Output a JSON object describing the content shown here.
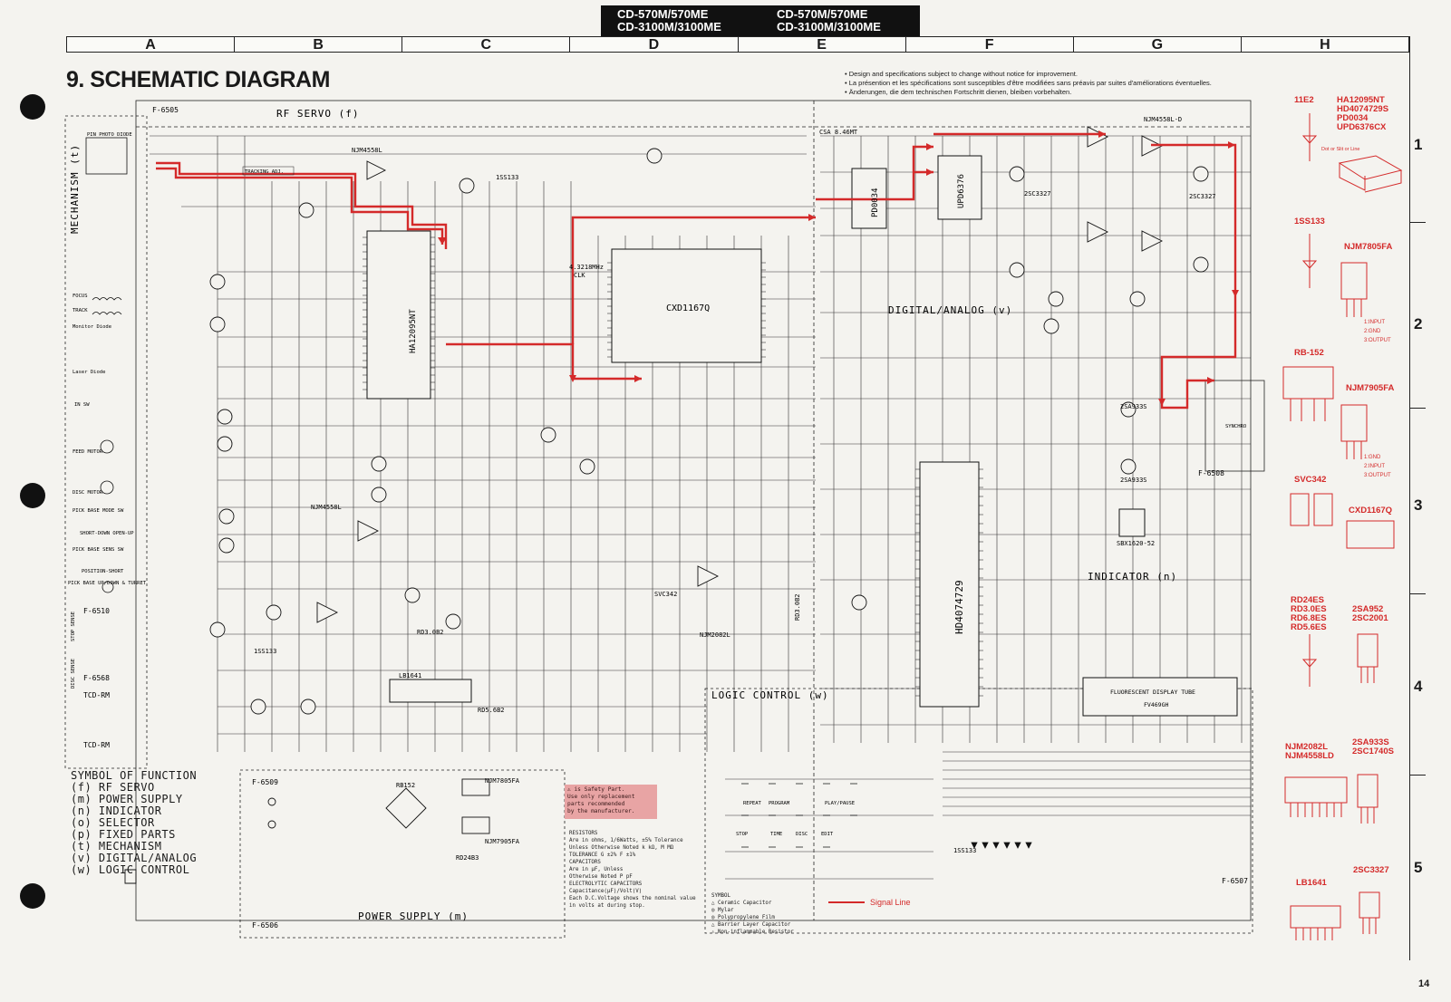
{
  "header": {
    "models_left": [
      "CD-570M/570ME",
      "CD-3100M/3100ME"
    ],
    "models_right": [
      "CD-570M/570ME",
      "CD-3100M/3100ME"
    ]
  },
  "grid_columns": [
    "A",
    "B",
    "C",
    "D",
    "E",
    "F",
    "G",
    "H"
  ],
  "grid_rows": [
    "1",
    "2",
    "3",
    "4",
    "5"
  ],
  "title": "9. SCHEMATIC DIAGRAM",
  "notes": [
    "Design and specifications subject to change without notice for improvement.",
    "La présention et les spécifications sont susceptibles d'être modifiées sans préavis par suites d'améliorations éventuelles.",
    "Änderungen, die dem technischen Fortschritt dienen, bleiben vorbehalten."
  ],
  "sections": {
    "rf_servo": "RF SERVO (f)",
    "digital_analog": "DIGITAL/ANALOG (v)",
    "indicator": "INDICATOR (n)",
    "logic_control": "LOGIC CONTROL (w)",
    "power_supply": "POWER SUPPLY (m)",
    "mechanism": "MECHANISM (t)"
  },
  "board_refs": {
    "f6505": "F-6505",
    "f6510": "F-6510",
    "f6568": "F-6568",
    "f6509": "F-6509",
    "f6506": "F-6506",
    "f6508": "F-6508",
    "f6507": "F-6507",
    "tcd_rm_1": "TCD-RM",
    "tcd_rm_2": "TCD-RM"
  },
  "ics": {
    "ha12095nt": "HA12095NT",
    "cxd1167q": "CXD1167Q",
    "pd0034": "PD0034",
    "upd6376": "UPD6376",
    "hd4074729": "HD4074729",
    "njm4558l_top": "NJM4558L",
    "njm4558l_mid": "NJM4558L",
    "njm4558ld": "NJM4558L-D",
    "svc342": "SVC342",
    "njm2082l": "NJM2082L",
    "lb1641": "LB1641",
    "sbx1620": "SBX1620-52",
    "rb152": "RB152",
    "njm7805fa": "NJM7805FA",
    "njm7905fa": "NJM7905FA",
    "rd24b3": "RD24B3",
    "rd5_6b2": "RD5.6B2",
    "rd3_0b2": "RD3.0B2",
    "rd3_0b2_v": "RD3.0B2",
    "iss133_a": "1SS133",
    "iss133_b": "1SS133",
    "iss133_c": "1SS133",
    "csa": "CSA 8.46MT",
    "xtal": "4.3218MHz",
    "clk": "CLK",
    "tube": "FLUORESCENT DISPLAY TUBE",
    "tube_model": "FV469GH",
    "tr_2sc3327_a": "2SC3327",
    "tr_2sc3327_b": "2SC3327",
    "tr_2sa933s_a": "2SA933S",
    "tr_2sa933s_b": "2SA933S"
  },
  "left_labels": {
    "pin_photo_diode": "PIN PHOTO DIODE",
    "tracking_adj": "TRACKING ADJ.",
    "focus": "FOCUS",
    "track": "TRACK",
    "monitor_diode": "Monitor Diode",
    "laser_diode": "Laser Diode",
    "in_sw": "IN SW",
    "feed_motor": "FEED MOTOR",
    "disc_motor": "DISC MOTOR",
    "pick_base_mode_sw": "PICK BASE MODE SW",
    "short_open": "SHORT-DOWN OPEN-UP",
    "pick_base_sens_sw": "PICK BASE SENS SW",
    "position_short": "POSITION-SHORT",
    "pick_base_turret": "PICK BASE UP/DOWN & TURRET",
    "stop_sense": "STOP SENSE",
    "disc_sense": "DISC SENSE",
    "synchro": "SYNCHRO"
  },
  "keys": [
    "REPEAT",
    "PROGRAM",
    "PLAY/PAUSE",
    "STOP",
    "TIME",
    "DISC",
    "EDIT"
  ],
  "symbol_of_function": {
    "heading": "SYMBOL OF FUNCTION",
    "items": [
      "(f) RF SERVO",
      "(m) POWER SUPPLY",
      "(n) INDICATOR",
      "(o) SELECTOR",
      "(p) FIXED PARTS",
      "(t) MECHANISM",
      "(v) DIGITAL/ANALOG",
      "(w) LOGIC CONTROL"
    ]
  },
  "safety_note": [
    "⚠ is Safety Part.",
    "Use only replacement",
    "parts recommended",
    "by the manufacturer."
  ],
  "legend_notes": [
    "RESISTORS",
    "  Are in ohms, 1/6Watts, ±5% Tolerance",
    "  Unless Otherwise Noted k kΩ, M MΩ",
    "  TOLERANCE G ±2% F ±1%",
    "CAPACITORS",
    "  Are in μF, Unless",
    "  Otherwise Noted P pF",
    "ELECTROLYTIC CAPACITORS",
    "  Capacitance(μF)/Volt(V)",
    "Each D.C.Voltage shows the nominal value",
    "in volts at during stop."
  ],
  "symbol_legend": {
    "heading": "SYMBOL",
    "items": [
      "Ceramic Capacitor",
      "Mylar",
      "Polypropylene Film",
      "Barrier Layer Capacitor",
      "Non-inflammable Resistor"
    ]
  },
  "signal_line_label": "Signal Line",
  "parts_legend": {
    "a": "11E2",
    "b": [
      "HA12095NT",
      "HD4074729S",
      "PD0034",
      "UPD6376CX"
    ],
    "b_note": "Dot or Slit or Line",
    "c": "1SS133",
    "d": "NJM7805FA",
    "d_pins": [
      "1:INPUT",
      "2:GND",
      "3:OUTPUT"
    ],
    "e": "RB-152",
    "f": "NJM7905FA",
    "f_pins": [
      "1:GND",
      "2:INPUT",
      "3:OUTPUT"
    ],
    "g": "SVC342",
    "h": "CXD1167Q",
    "i": [
      "RD24ES",
      "RD3.0ES",
      "RD6.8ES",
      "RD5.6ES"
    ],
    "j": [
      "2SA952",
      "2SC2001"
    ],
    "k": [
      "NJM2082L",
      "NJM4558LD"
    ],
    "l": [
      "2SA933S",
      "2SC1740S"
    ],
    "m": "LB1641",
    "n": "2SC3327"
  },
  "page_number": "14",
  "colors": {
    "signal": "#d42a2a",
    "safety_bg": "#e8a4a4",
    "ink": "#1a1a1a",
    "paper": "#f4f3ef"
  }
}
